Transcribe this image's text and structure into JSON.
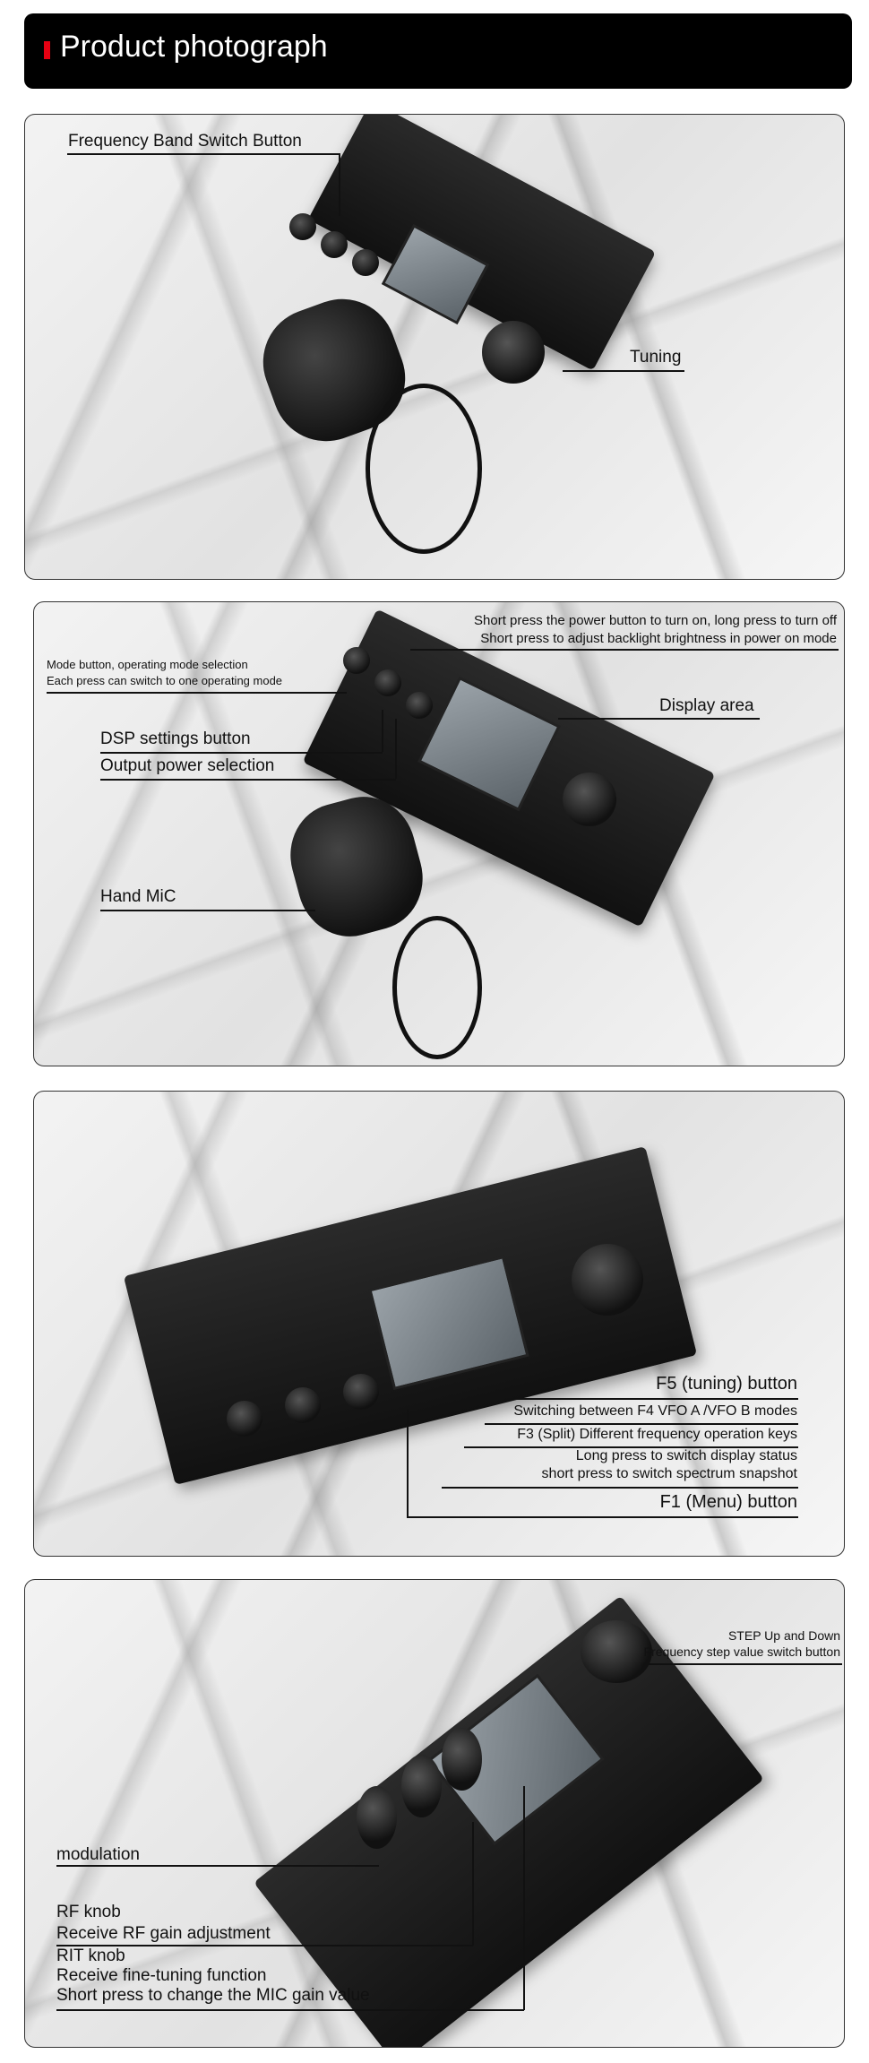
{
  "header": {
    "title": "Product photograph",
    "accent": "#e60012"
  },
  "panel1": {
    "labels": {
      "band": "Frequency Band Switch Button",
      "tuning": "Tuning"
    }
  },
  "panel2": {
    "labels": {
      "power1": "Short press the power button to turn on, long press to turn off",
      "power2": "Short press to adjust backlight brightness in power on mode",
      "mode1": "Mode button, operating mode selection",
      "mode2": "Each press can switch to one operating mode",
      "display": "Display area",
      "dsp": "DSP settings button",
      "output": "Output power selection",
      "mic": "Hand MiC"
    }
  },
  "panel3": {
    "labels": {
      "f5": "F5 (tuning) button",
      "f4": "Switching between F4 VFO A /VFO B modes",
      "f3": "F3 (Split) Different frequency operation keys",
      "f2a": "Long press to switch display status",
      "f2b": "short press to switch spectrum snapshot",
      "f1": "F1 (Menu) button"
    }
  },
  "panel4": {
    "labels": {
      "step1": "STEP Up and Down",
      "step2": "Frequency step value switch button",
      "modulation": "modulation",
      "rf1": "RF knob",
      "rf2": "Receive RF gain adjustment",
      "rit1": "RIT knob",
      "rit2": "Receive fine-tuning function",
      "rit3": "Short press to change the MIC gain value"
    }
  }
}
